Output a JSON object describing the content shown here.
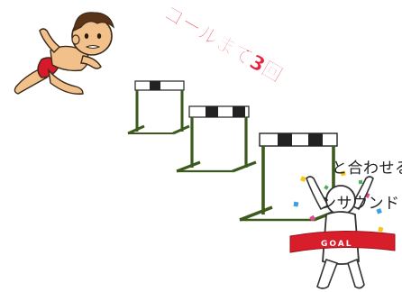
{
  "headline": "ゴールまで3回",
  "caption_line1": "と合わせる",
  "caption_line2": "ンサウンド",
  "goal_banner": "GOAL",
  "colors": {
    "headline": "#e8203a",
    "hurdle_frame": "#3c5a1e",
    "banner": "#d81e2a",
    "skin": "#f2c08a",
    "shorts": "#d8192a"
  }
}
